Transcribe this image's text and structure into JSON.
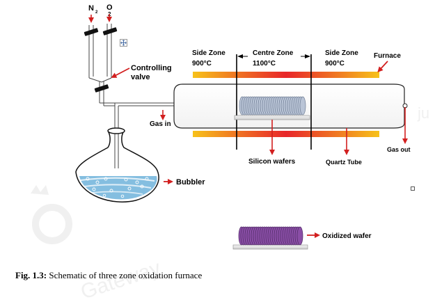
{
  "gases": {
    "n": "N",
    "n_sub": "2",
    "o": "O",
    "o_sub": "2"
  },
  "labels": {
    "controlling_valve_1": "Controlling",
    "controlling_valve_2": "valve",
    "gas_in": "Gas in",
    "bubbler": "Bubbler",
    "side_zone_left": "Side Zone",
    "side_zone_left_temp": "900°C",
    "centre_zone": "Centre Zone",
    "centre_zone_temp": "1100°C",
    "side_zone_right": "Side Zone",
    "side_zone_right_temp": "900°C",
    "furnace": "Furnace",
    "gas_out": "Gas out",
    "silicon_wafers": "Silicon wafers",
    "quartz_tube": "Quartz Tube",
    "oxidized_wafer": "Oxidized wafer"
  },
  "caption": {
    "number": "Fig. 1.3:",
    "text": " Schematic of three zone oxidation furnace"
  },
  "colors": {
    "arrow": "#d21f1f",
    "heater_hot": "#e8262a",
    "heater_warm": "#f7c21a",
    "liquid": "#6fb3da",
    "wafer": "#b9c4d6",
    "oxidized": "#8a4ea6"
  }
}
